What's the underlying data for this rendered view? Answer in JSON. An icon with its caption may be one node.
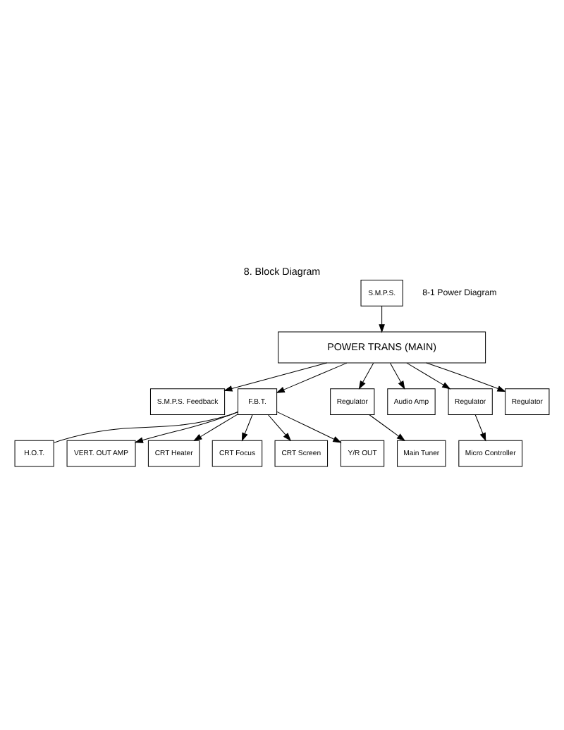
{
  "diagram": {
    "title": "8. Block Diagram",
    "nodes": [
      {
        "text": [
          "POWER TRANS (MAIN)"
        ]
      },
      {
        "text": [
          "S.M.P.S."
        ]
      },
      {
        "text": [
          "S.M.P.S. Feedback"
        ]
      },
      {
        "text": [
          "F.B.T."
        ]
      },
      {
        "text": [
          "H.O.T."
        ]
      },
      {
        "text": [
          "VERT. OUT AMP"
        ]
      },
      {
        "text": [
          "Regulator"
        ]
      },
      {
        "text": [
          "Audio Amp"
        ]
      },
      {
        "text": [
          "Regulator"
        ]
      },
      {
        "text": [
          "Regulator"
        ]
      },
      {
        "text": [
          "Micro Controller"
        ]
      },
      {
        "text": [
          "Main Tuner"
        ]
      },
      {
        "text": [
          "CRT Heater"
        ]
      },
      {
        "text": [
          "CRT Focus"
        ]
      },
      {
        "text": [
          "CRT Screen"
        ]
      },
      {
        "text": [
          "Y/R OUT"
        ]
      }
    ],
    "edges": [
      {
        "from": 1,
        "to": 0,
        "arrow": "to"
      },
      {
        "from": 0,
        "to": 2,
        "arrow": "to"
      },
      {
        "from": 0,
        "to": 3,
        "arrow": "to"
      },
      {
        "from": 3,
        "to": 4,
        "arrow": "none"
      },
      {
        "from": 3,
        "to": 5,
        "arrow": "to"
      },
      {
        "from": 3,
        "to": 12,
        "arrow": "to"
      },
      {
        "from": 3,
        "to": 13,
        "arrow": "to"
      },
      {
        "from": 3,
        "to": 14,
        "arrow": "to"
      },
      {
        "from": 3,
        "to": 15,
        "arrow": "to"
      },
      {
        "from": 0,
        "to": 6,
        "arrow": "to"
      },
      {
        "from": 0,
        "to": 7,
        "arrow": "to"
      },
      {
        "from": 0,
        "to": 8,
        "arrow": "to"
      },
      {
        "from": 0,
        "to": 9,
        "arrow": "to"
      },
      {
        "from": 6,
        "to": 11,
        "arrow": "to"
      },
      {
        "from": 8,
        "to": 10,
        "arrow": "to"
      }
    ],
    "labels": [
      "8-1 Power Diagram"
    ]
  }
}
